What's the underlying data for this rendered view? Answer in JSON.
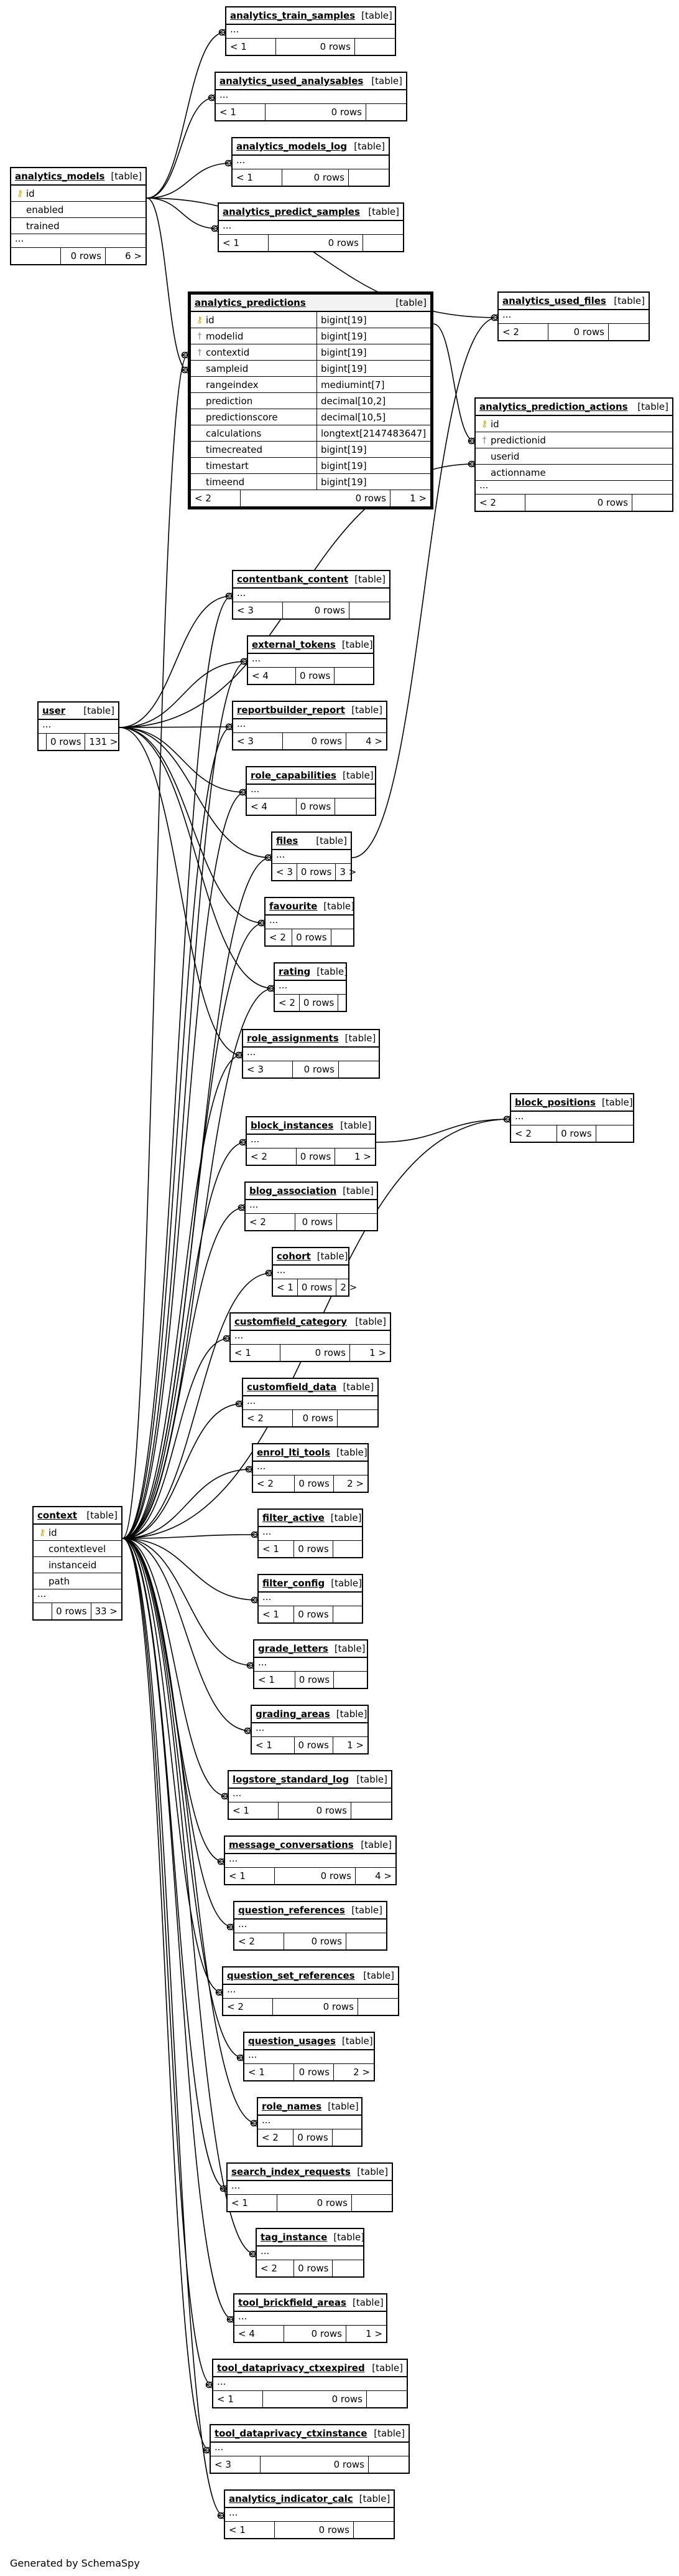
{
  "footer": {
    "generated": "Generated by SchemaSpy"
  },
  "tables": {
    "analytics_train_samples": {
      "name": "analytics_train_samples",
      "type": "[table]",
      "dots": "...",
      "prev": "< 1",
      "rows": "0 rows",
      "next": ""
    },
    "analytics_used_analysables": {
      "name": "analytics_used_analysables",
      "type": "[table]",
      "dots": "...",
      "prev": "< 1",
      "rows": "0 rows",
      "next": ""
    },
    "analytics_models_log": {
      "name": "analytics_models_log",
      "type": "[table]",
      "dots": "...",
      "prev": "< 1",
      "rows": "0 rows",
      "next": ""
    },
    "analytics_predict_samples": {
      "name": "analytics_predict_samples",
      "type": "[table]",
      "dots": "...",
      "prev": "< 1",
      "rows": "0 rows",
      "next": ""
    },
    "analytics_models": {
      "name": "analytics_models",
      "type": "[table]",
      "columns": [
        {
          "name": "id",
          "key": "pk"
        },
        {
          "name": "enabled"
        },
        {
          "name": "trained"
        }
      ],
      "dots": "...",
      "prev": "",
      "rows": "0 rows",
      "next": "6 >"
    },
    "analytics_predictions": {
      "name": "analytics_predictions",
      "type": "[table]",
      "columns": [
        {
          "name": "id",
          "key": "pk",
          "type": "bigint[19]"
        },
        {
          "name": "modelid",
          "key": "fk",
          "type": "bigint[19]"
        },
        {
          "name": "contextid",
          "key": "fk",
          "type": "bigint[19]"
        },
        {
          "name": "sampleid",
          "type": "bigint[19]"
        },
        {
          "name": "rangeindex",
          "type": "mediumint[7]"
        },
        {
          "name": "prediction",
          "type": "decimal[10,2]"
        },
        {
          "name": "predictionscore",
          "type": "decimal[10,5]"
        },
        {
          "name": "calculations",
          "type": "longtext[2147483647]"
        },
        {
          "name": "timecreated",
          "type": "bigint[19]"
        },
        {
          "name": "timestart",
          "type": "bigint[19]"
        },
        {
          "name": "timeend",
          "type": "bigint[19]"
        }
      ],
      "prev": "< 2",
      "rows": "0 rows",
      "next": "1 >"
    },
    "analytics_used_files": {
      "name": "analytics_used_files",
      "type": "[table]",
      "dots": "...",
      "prev": "< 2",
      "rows": "0 rows",
      "next": ""
    },
    "analytics_prediction_actions": {
      "name": "analytics_prediction_actions",
      "type": "[table]",
      "columns": [
        {
          "name": "id",
          "key": "pk"
        },
        {
          "name": "predictionid",
          "key": "fk"
        },
        {
          "name": "userid"
        },
        {
          "name": "actionname"
        }
      ],
      "dots": "...",
      "prev": "< 2",
      "rows": "0 rows",
      "next": ""
    },
    "user": {
      "name": "user",
      "type": "[table]",
      "dots": "...",
      "prev": "",
      "rows": "0 rows",
      "next": "131 >"
    },
    "contentbank_content": {
      "name": "contentbank_content",
      "type": "[table]",
      "dots": "...",
      "prev": "< 3",
      "rows": "0 rows",
      "next": ""
    },
    "external_tokens": {
      "name": "external_tokens",
      "type": "[table]",
      "dots": "...",
      "prev": "< 4",
      "rows": "0 rows",
      "next": ""
    },
    "reportbuilder_report": {
      "name": "reportbuilder_report",
      "type": "[table]",
      "dots": "...",
      "prev": "< 3",
      "rows": "0 rows",
      "next": "4 >"
    },
    "role_capabilities": {
      "name": "role_capabilities",
      "type": "[table]",
      "dots": "...",
      "prev": "< 4",
      "rows": "0 rows",
      "next": ""
    },
    "files": {
      "name": "files",
      "type": "[table]",
      "dots": "...",
      "prev": "< 3",
      "rows": "0 rows",
      "next": "3 >"
    },
    "favourite": {
      "name": "favourite",
      "type": "[table]",
      "dots": "...",
      "prev": "< 2",
      "rows": "0 rows",
      "next": ""
    },
    "rating": {
      "name": "rating",
      "type": "[table]",
      "dots": "...",
      "prev": "< 2",
      "rows": "0 rows",
      "next": ""
    },
    "role_assignments": {
      "name": "role_assignments",
      "type": "[table]",
      "dots": "...",
      "prev": "< 3",
      "rows": "0 rows",
      "next": ""
    },
    "block_positions": {
      "name": "block_positions",
      "type": "[table]",
      "dots": "...",
      "prev": "< 2",
      "rows": "0 rows",
      "next": ""
    },
    "block_instances": {
      "name": "block_instances",
      "type": "[table]",
      "dots": "...",
      "prev": "< 2",
      "rows": "0 rows",
      "next": "1 >"
    },
    "blog_association": {
      "name": "blog_association",
      "type": "[table]",
      "dots": "...",
      "prev": "< 2",
      "rows": "0 rows",
      "next": ""
    },
    "cohort": {
      "name": "cohort",
      "type": "[table]",
      "dots": "...",
      "prev": "< 1",
      "rows": "0 rows",
      "next": "2 >"
    },
    "customfield_category": {
      "name": "customfield_category",
      "type": "[table]",
      "dots": "...",
      "prev": "< 1",
      "rows": "0 rows",
      "next": "1 >"
    },
    "customfield_data": {
      "name": "customfield_data",
      "type": "[table]",
      "dots": "...",
      "prev": "< 2",
      "rows": "0 rows",
      "next": ""
    },
    "enrol_lti_tools": {
      "name": "enrol_lti_tools",
      "type": "[table]",
      "dots": "...",
      "prev": "< 2",
      "rows": "0 rows",
      "next": "2 >"
    },
    "filter_active": {
      "name": "filter_active",
      "type": "[table]",
      "dots": "...",
      "prev": "< 1",
      "rows": "0 rows",
      "next": ""
    },
    "filter_config": {
      "name": "filter_config",
      "type": "[table]",
      "dots": "...",
      "prev": "< 1",
      "rows": "0 rows",
      "next": ""
    },
    "grade_letters": {
      "name": "grade_letters",
      "type": "[table]",
      "dots": "...",
      "prev": "< 1",
      "rows": "0 rows",
      "next": ""
    },
    "grading_areas": {
      "name": "grading_areas",
      "type": "[table]",
      "dots": "...",
      "prev": "< 1",
      "rows": "0 rows",
      "next": "1 >"
    },
    "logstore_standard_log": {
      "name": "logstore_standard_log",
      "type": "[table]",
      "dots": "...",
      "prev": "< 1",
      "rows": "0 rows",
      "next": ""
    },
    "message_conversations": {
      "name": "message_conversations",
      "type": "[table]",
      "dots": "...",
      "prev": "< 1",
      "rows": "0 rows",
      "next": "4 >"
    },
    "question_references": {
      "name": "question_references",
      "type": "[table]",
      "dots": "...",
      "prev": "< 2",
      "rows": "0 rows",
      "next": ""
    },
    "question_set_references": {
      "name": "question_set_references",
      "type": "[table]",
      "dots": "...",
      "prev": "< 2",
      "rows": "0 rows",
      "next": ""
    },
    "question_usages": {
      "name": "question_usages",
      "type": "[table]",
      "dots": "...",
      "prev": "< 1",
      "rows": "0 rows",
      "next": "2 >"
    },
    "role_names": {
      "name": "role_names",
      "type": "[table]",
      "dots": "...",
      "prev": "< 2",
      "rows": "0 rows",
      "next": ""
    },
    "search_index_requests": {
      "name": "search_index_requests",
      "type": "[table]",
      "dots": "...",
      "prev": "< 1",
      "rows": "0 rows",
      "next": ""
    },
    "tag_instance": {
      "name": "tag_instance",
      "type": "[table]",
      "dots": "...",
      "prev": "< 2",
      "rows": "0 rows",
      "next": ""
    },
    "tool_brickfield_areas": {
      "name": "tool_brickfield_areas",
      "type": "[table]",
      "dots": "...",
      "prev": "< 4",
      "rows": "0 rows",
      "next": "1 >"
    },
    "tool_dataprivacy_ctxexpired": {
      "name": "tool_dataprivacy_ctxexpired",
      "type": "[table]",
      "dots": "...",
      "prev": "< 1",
      "rows": "0 rows",
      "next": ""
    },
    "tool_dataprivacy_ctxinstance": {
      "name": "tool_dataprivacy_ctxinstance",
      "type": "[table]",
      "dots": "...",
      "prev": "< 3",
      "rows": "0 rows",
      "next": ""
    },
    "analytics_indicator_calc": {
      "name": "analytics_indicator_calc",
      "type": "[table]",
      "dots": "...",
      "prev": "< 1",
      "rows": "0 rows",
      "next": ""
    },
    "context": {
      "name": "context",
      "type": "[table]",
      "columns": [
        {
          "name": "id",
          "key": "pk"
        },
        {
          "name": "contextlevel"
        },
        {
          "name": "instanceid"
        },
        {
          "name": "path"
        }
      ],
      "dots": "...",
      "prev": "",
      "rows": "0 rows",
      "next": "33 >"
    }
  }
}
